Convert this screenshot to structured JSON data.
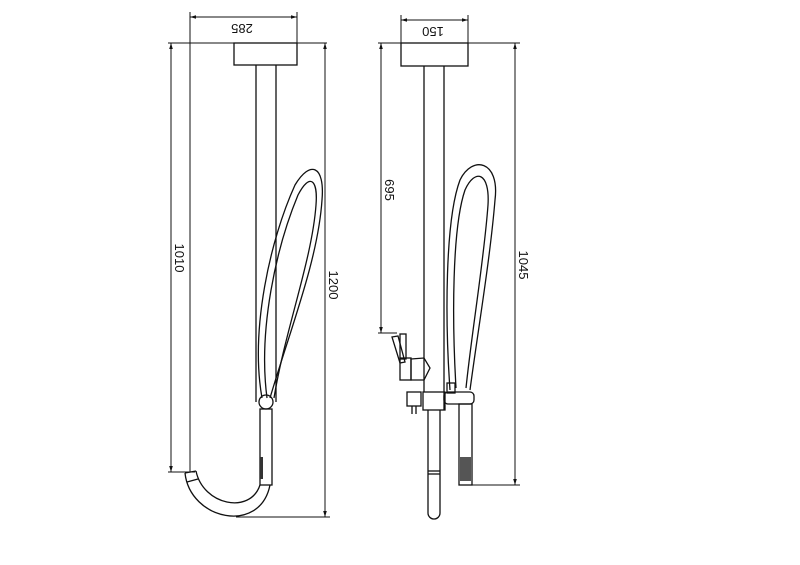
{
  "drawing": {
    "left_view": {
      "width_label": "285",
      "height_labels": [
        "1010",
        "1200"
      ]
    },
    "right_view": {
      "width_label": "150",
      "height_labels": [
        "695",
        "1045"
      ]
    },
    "line_color": "#111111"
  }
}
